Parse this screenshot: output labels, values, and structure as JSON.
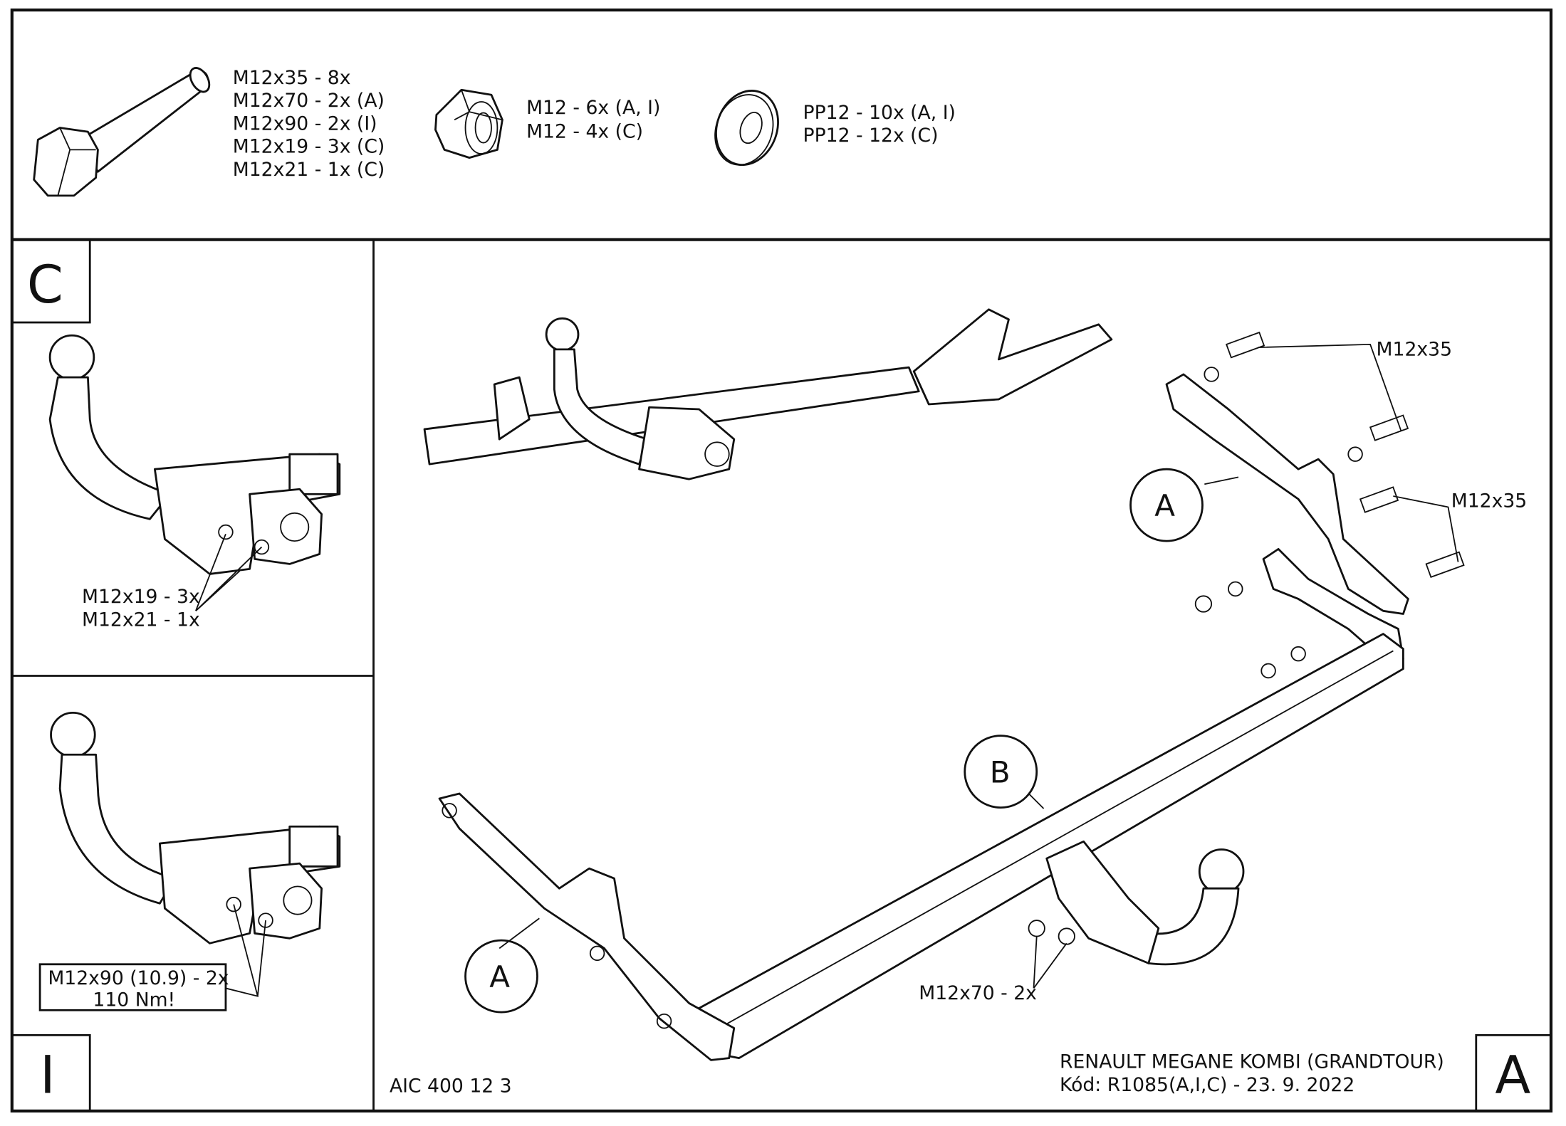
{
  "hardware": {
    "bolts": [
      "M12x35 - 8x",
      "M12x70 - 2x (A)",
      "M12x90 - 2x (I)",
      "M12x19 - 3x (C)",
      "M12x21 - 1x (C)"
    ],
    "nuts": [
      "M12 - 6x (A, I)",
      "M12 - 4x (C)"
    ],
    "washers": [
      "PP12 - 10x (A, I)",
      "PP12 - 12x (C)"
    ]
  },
  "panel_c": {
    "letter": "C",
    "labels": [
      "M12x19 - 3x",
      "M12x21 - 1x"
    ]
  },
  "panel_i": {
    "letter": "I",
    "labels": [
      "M12x90 (10.9) - 2x",
      "110 Nm!"
    ]
  },
  "main": {
    "letter": "A",
    "callouts": {
      "a1": "A",
      "a2": "A",
      "b": "B"
    },
    "bolt_labels": {
      "top1": "M12x35",
      "top2": "M12x35",
      "bottom": "M12x70 - 2x"
    },
    "part_number": "AIC 400 12 3",
    "title": "RENAULT MEGANE KOMBI (GRANDTOUR)",
    "code": "Kód: R1085(A,I,C) - 23. 9. 2022"
  }
}
